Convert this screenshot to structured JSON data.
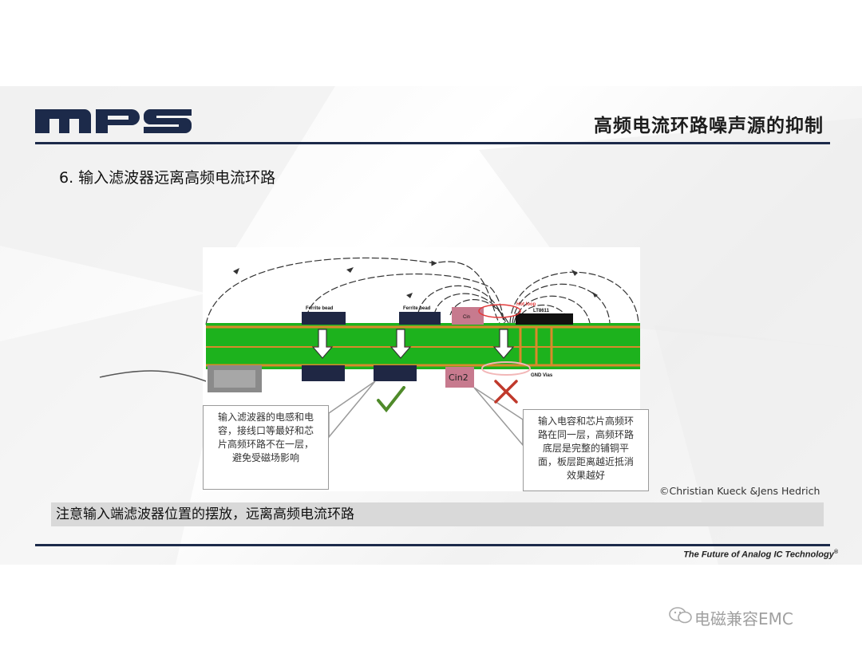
{
  "header": {
    "logo_text": "MPS",
    "title": "高频电流环路噪声源的抑制"
  },
  "point": {
    "heading": "6. 输入滤波器远离高频电流环路"
  },
  "diagram": {
    "labels": {
      "ferrite_bead_1": "Ferrite bead",
      "ferrite_bead_2": "Ferrite bead",
      "cin": "Cin",
      "hot_loop": "Hot loop",
      "chip": "LT8611",
      "cin2": "Cin2",
      "gnd_vias": "GND Vias"
    },
    "colors": {
      "pcb_green": "#1db21d",
      "copper": "#d98a2b",
      "component": "#1f2744",
      "capacitor": "#c77a8e",
      "hot_loop": "#e23a3a",
      "check": "#4f8a2a",
      "cross": "#c0392b"
    },
    "icons": [
      "check-icon",
      "cross-icon"
    ]
  },
  "callouts": {
    "left": [
      "输入滤波器的电感和电",
      "容，接线口等最好和芯",
      "片高频环路不在一层，",
      "避免受磁场影响"
    ],
    "right": [
      "输入电容和芯片高频环",
      "路在同一层，高频环路",
      "底层是完整的铺铜平",
      "面，板层距离越近抵消",
      "效果越好"
    ]
  },
  "credit": "©Christian Kueck  &Jens Hedrich",
  "note": "注意输入端滤波器位置的摆放，远离高频电流环路",
  "footer": {
    "tagline": "The Future of Analog IC Technology",
    "trademark": "®"
  },
  "watermark": "电磁兼容EMC"
}
